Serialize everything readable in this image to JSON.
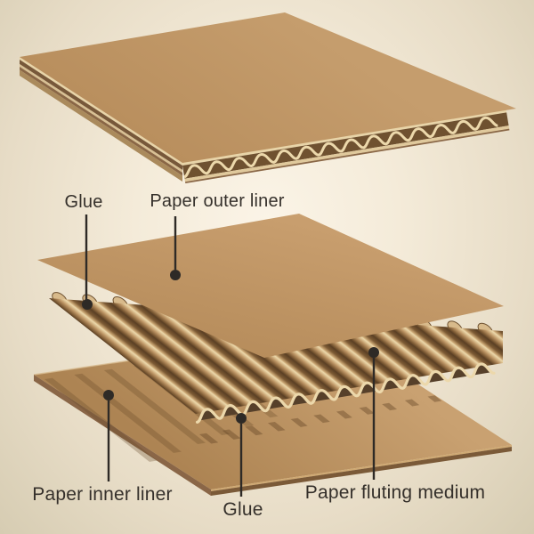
{
  "labels": {
    "glue_top": "Glue",
    "outer_liner": "Paper outer liner",
    "inner_liner": "Paper inner liner",
    "glue_bottom": "Glue",
    "fluting_medium": "Paper fluting medium"
  },
  "colors": {
    "background_center": "#fbf4e7",
    "background_edge": "#d6ccb2",
    "kraft_surface": "#c09665",
    "kraft_surface_dark": "#b08a58",
    "edge_dark_brown": "#6f5130",
    "flute_cream": "#ecd8ab",
    "flute_gap_dark": "#5a3f24",
    "liner_edge_light": "#e8d4a8",
    "label_text": "#35302b",
    "leader_line": "#2e2a26"
  }
}
